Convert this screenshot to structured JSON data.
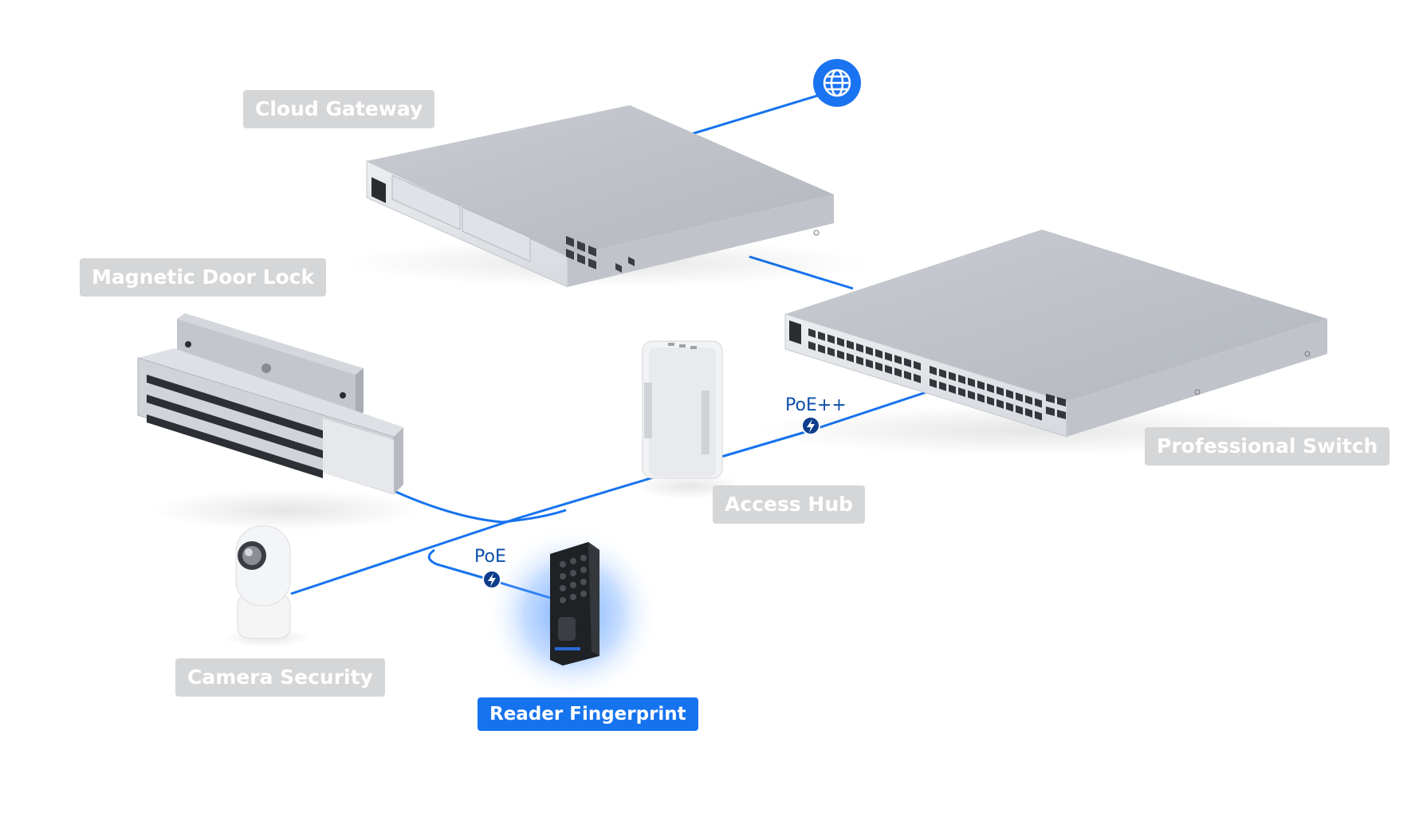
{
  "devices": {
    "cloud_gateway": "Cloud Gateway",
    "magnetic_door_lock": "Magnetic Door Lock",
    "professional_switch": "Professional Switch",
    "access_hub": "Access Hub",
    "camera_security": "Camera Security",
    "reader_fingerprint": "Reader Fingerprint"
  },
  "links": {
    "poe_plus_plus": "PoE++",
    "poe": "PoE"
  },
  "colors": {
    "line": "#1673ee",
    "internet_badge": "#1a73f0",
    "poe_badge": "#0d3d8a",
    "label_bg": "#d5d6d8",
    "label_active_bg": "#1673ee",
    "reader_glow": "#3d8bff"
  },
  "icons": {
    "internet": "globe-icon",
    "power": "lightning-bolt-icon"
  },
  "highlighted_device": "reader_fingerprint"
}
